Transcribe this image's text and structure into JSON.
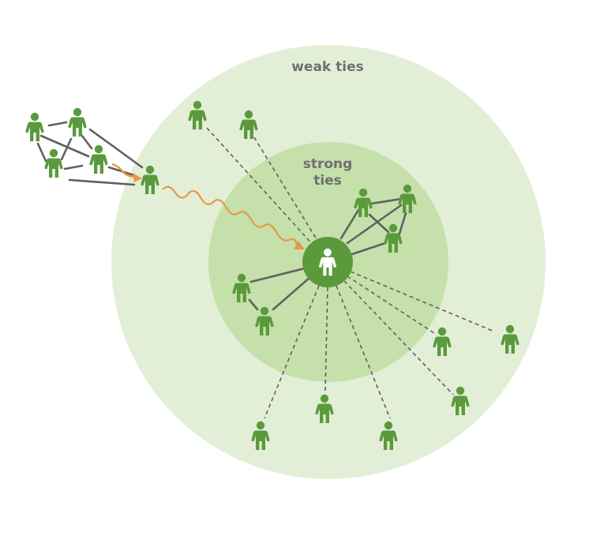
{
  "labels": {
    "weak_ties": "weak ties",
    "strong_ties_line1": "strong",
    "strong_ties_line2": "ties"
  },
  "colors": {
    "outer_circle": "#e2efd6",
    "inner_circle": "#c5e0aa",
    "person": "#5a9a3c",
    "ego_fill": "#5a9a3c",
    "ego_icon": "#ffffff",
    "tie_line": "#606060",
    "info_flow": "#e29a4a",
    "label_text": "#6f6f6f"
  },
  "icons": {
    "person": "person-icon",
    "ego": "ego-person-icon",
    "flow_arrow": "arrow-head-icon"
  }
}
